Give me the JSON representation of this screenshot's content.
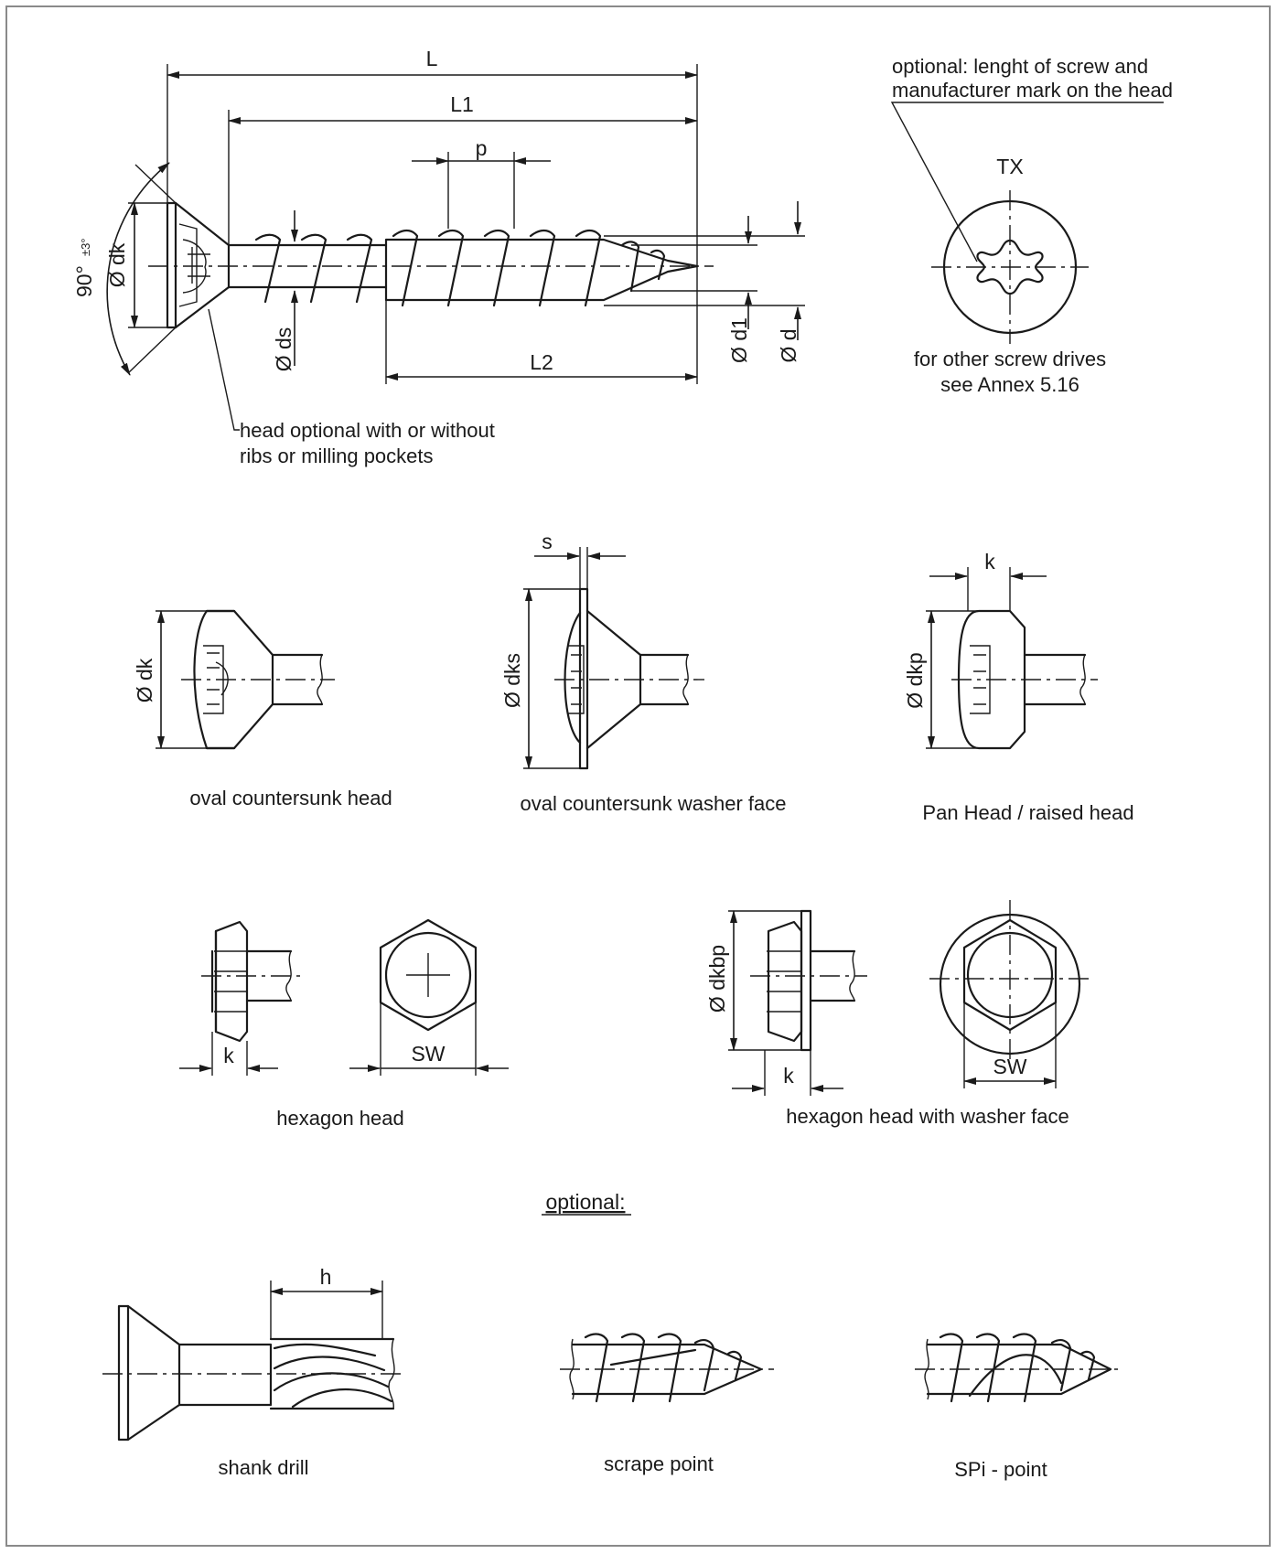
{
  "main_screw": {
    "dims": {
      "L": "L",
      "L1": "L1",
      "L2": "L2",
      "p": "p",
      "dk": "Ø dk",
      "ds": "Ø ds",
      "d1": "Ø d1",
      "d": "Ø d",
      "angle": "90°",
      "angle_tol": "±3°"
    },
    "head_note_line1": "head optional with or without",
    "head_note_line2": "ribs or milling pockets"
  },
  "drive_view": {
    "note_line1": "optional: lenght of screw and",
    "note_line2": "manufacturer mark on the head",
    "drive_label": "TX",
    "annex_line1": "for other screw drives",
    "annex_line2": "see Annex  5.16"
  },
  "heads": {
    "oval_countersunk": {
      "dim": "Ø dk",
      "caption": "oval countersunk head"
    },
    "oval_washer": {
      "dim_s": "s",
      "dim": "Ø dks",
      "caption": "oval countersunk washer face"
    },
    "pan_head": {
      "dim_k": "k",
      "dim": "Ø dkp",
      "caption": "Pan Head / raised head"
    },
    "hexagon": {
      "dim_k": "k",
      "dim_sw": "SW",
      "caption": "hexagon head"
    },
    "hexagon_washer": {
      "dim": "Ø dkbp",
      "dim_k": "k",
      "dim_sw": "SW",
      "caption": "hexagon head with washer face"
    }
  },
  "optional": {
    "heading": "optional:",
    "shank_drill": {
      "dim_h": "h",
      "caption": "shank drill"
    },
    "scrape_point": {
      "caption": "scrape point"
    },
    "spi_point": {
      "caption": "SPi - point"
    }
  }
}
